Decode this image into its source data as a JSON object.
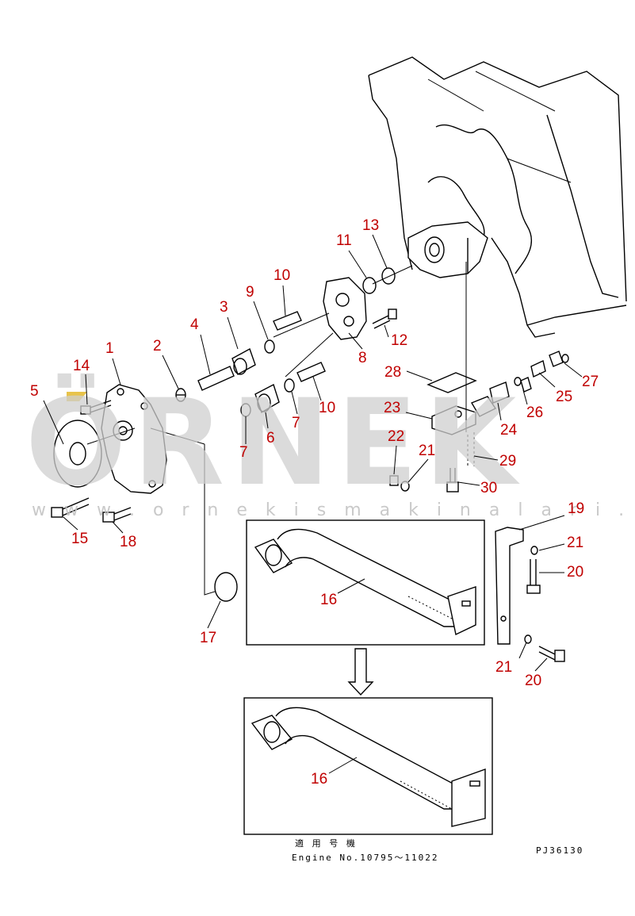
{
  "diagram": {
    "callouts": [
      {
        "id": "c1",
        "text": "1"
      },
      {
        "id": "c2",
        "text": "2"
      },
      {
        "id": "c3",
        "text": "3"
      },
      {
        "id": "c4",
        "text": "4"
      },
      {
        "id": "c5",
        "text": "5"
      },
      {
        "id": "c6",
        "text": "6"
      },
      {
        "id": "c7a",
        "text": "7"
      },
      {
        "id": "c7b",
        "text": "7"
      },
      {
        "id": "c8",
        "text": "8"
      },
      {
        "id": "c9",
        "text": "9"
      },
      {
        "id": "c10a",
        "text": "10"
      },
      {
        "id": "c10b",
        "text": "10"
      },
      {
        "id": "c11",
        "text": "11"
      },
      {
        "id": "c12",
        "text": "12"
      },
      {
        "id": "c13",
        "text": "13"
      },
      {
        "id": "c14",
        "text": "14"
      },
      {
        "id": "c15",
        "text": "15"
      },
      {
        "id": "c16a",
        "text": "16"
      },
      {
        "id": "c16b",
        "text": "16"
      },
      {
        "id": "c17",
        "text": "17"
      },
      {
        "id": "c18",
        "text": "18"
      },
      {
        "id": "c19",
        "text": "19"
      },
      {
        "id": "c20a",
        "text": "20"
      },
      {
        "id": "c20b",
        "text": "20"
      },
      {
        "id": "c21a",
        "text": "21"
      },
      {
        "id": "c21b",
        "text": "21"
      },
      {
        "id": "c21c",
        "text": "21"
      },
      {
        "id": "c22",
        "text": "22"
      },
      {
        "id": "c23",
        "text": "23"
      },
      {
        "id": "c24",
        "text": "24"
      },
      {
        "id": "c25",
        "text": "25"
      },
      {
        "id": "c26",
        "text": "26"
      },
      {
        "id": "c27",
        "text": "27"
      },
      {
        "id": "c28",
        "text": "28"
      },
      {
        "id": "c29",
        "text": "29"
      },
      {
        "id": "c30",
        "text": "30"
      }
    ],
    "applicability_label": "適 用 号 機",
    "engine_range": "Engine No.10795～11022",
    "drawing_code": "PJ36130",
    "callout_color": "#c00000"
  },
  "watermark": {
    "brand": "ÖRNEK",
    "url": "w w w . o r n e k i s m a k i n a l a r i . c o m . t r",
    "accent_color": "#e8c34a"
  }
}
